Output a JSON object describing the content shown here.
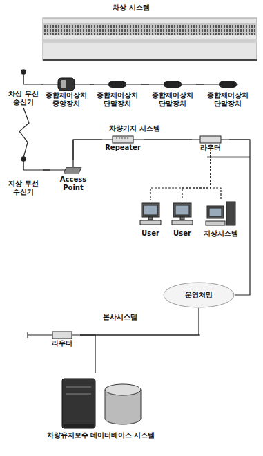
{
  "diagram": {
    "title": "차상 시스템",
    "nodes": [
      {
        "text": [
          "차상 무선 송신기"
        ]
      },
      {
        "text": [
          "종합제어장치 중앙장치"
        ]
      },
      {
        "text": [
          "종합제어장치 단말장치"
        ]
      },
      {
        "text": [
          "종합제어장치 단말장치"
        ]
      },
      {
        "text": [
          "종합제어장치 단말장치"
        ]
      },
      {
        "text": [
          "지상 무선 수신기"
        ]
      },
      {
        "text": [
          "Access Point"
        ]
      },
      {
        "text": [
          "Repeater"
        ]
      },
      {
        "text": [
          "라우터"
        ]
      },
      {
        "text": [
          "User"
        ]
      },
      {
        "text": [
          "User"
        ]
      },
      {
        "text": [
          "지상시스템"
        ]
      },
      {
        "text": [
          "운영처망"
        ]
      },
      {
        "text": [
          "라우터"
        ]
      },
      {
        "text": [
          "차량유지보수 데이터베이스 시스템"
        ]
      }
    ],
    "edges": [
      {
        "from": 0,
        "to": 1,
        "arrow": "none"
      },
      {
        "from": 1,
        "to": 2,
        "arrow": "none"
      },
      {
        "from": 2,
        "to": 3,
        "arrow": "none"
      },
      {
        "from": 3,
        "to": 4,
        "arrow": "none"
      },
      {
        "from": 0,
        "to": 5,
        "arrow": "none"
      },
      {
        "from": 5,
        "to": 6,
        "arrow": "none"
      },
      {
        "from": 6,
        "to": 7,
        "arrow": "none"
      },
      {
        "from": 7,
        "to": 8,
        "arrow": "none"
      },
      {
        "from": 8,
        "to": 9,
        "arrow": "none"
      },
      {
        "from": 8,
        "to": 10,
        "arrow": "none"
      },
      {
        "from": 8,
        "to": 11,
        "arrow": "none"
      },
      {
        "from": 8,
        "to": 12,
        "arrow": "none"
      },
      {
        "from": 12,
        "to": 13,
        "arrow": "none"
      },
      {
        "from": 13,
        "to": 14,
        "arrow": "none"
      }
    ],
    "labels": [
      "차량기지 시스템",
      "본사시스템"
    ]
  }
}
